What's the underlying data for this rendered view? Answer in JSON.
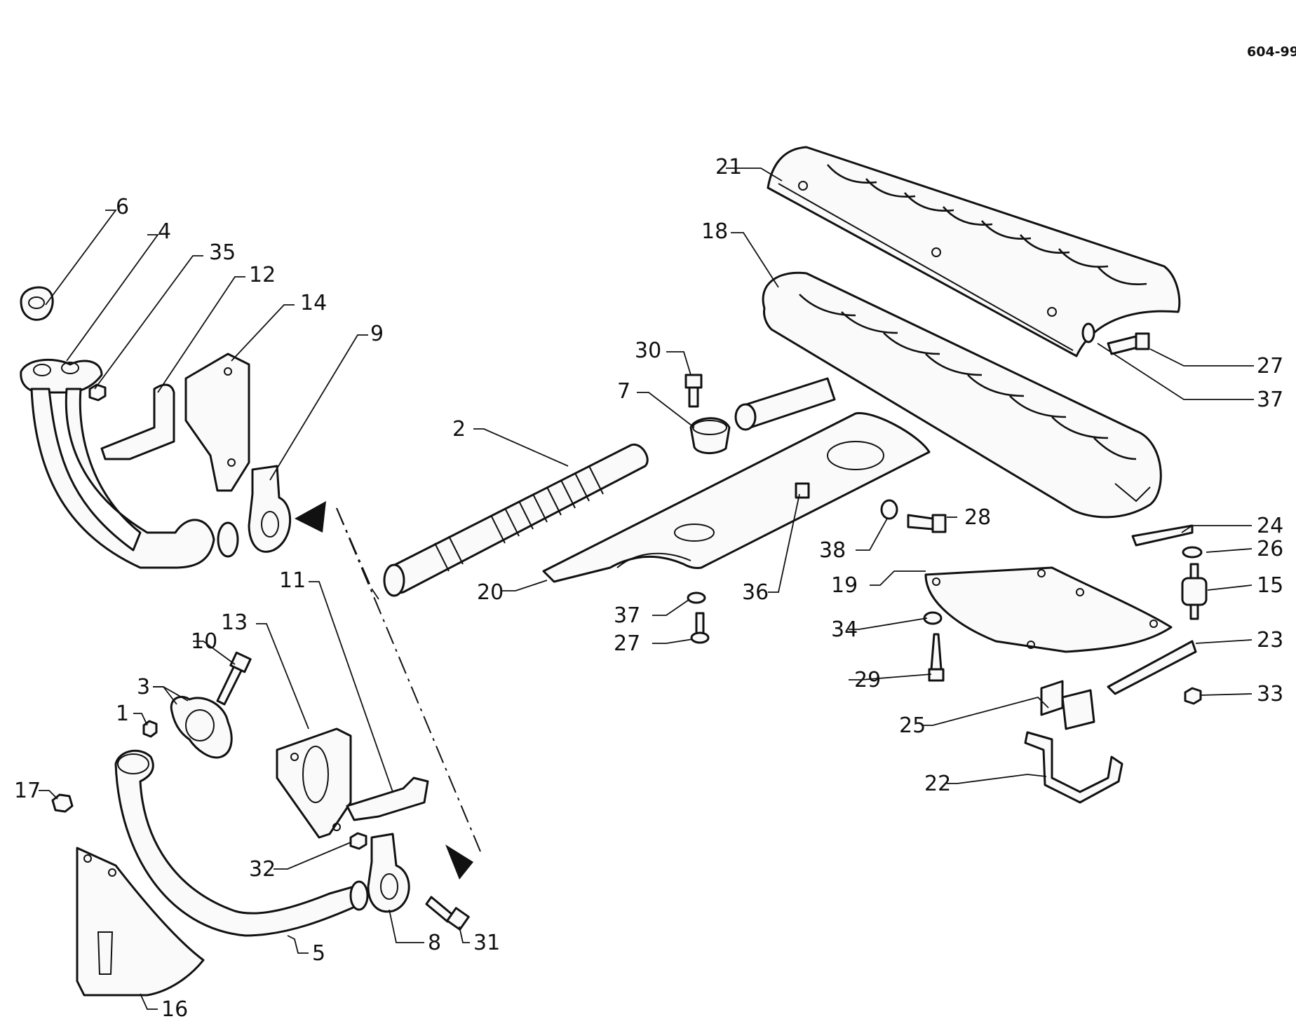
{
  "reference_code": "604-99",
  "parts": [
    {
      "id": "1",
      "label": "1"
    },
    {
      "id": "2",
      "label": "2"
    },
    {
      "id": "3",
      "label": "3"
    },
    {
      "id": "4",
      "label": "4"
    },
    {
      "id": "5",
      "label": "5"
    },
    {
      "id": "6",
      "label": "6"
    },
    {
      "id": "7",
      "label": "7"
    },
    {
      "id": "8",
      "label": "8"
    },
    {
      "id": "9",
      "label": "9"
    },
    {
      "id": "10",
      "label": "10"
    },
    {
      "id": "11",
      "label": "11"
    },
    {
      "id": "12",
      "label": "12"
    },
    {
      "id": "13",
      "label": "13"
    },
    {
      "id": "14",
      "label": "14"
    },
    {
      "id": "15",
      "label": "15"
    },
    {
      "id": "16",
      "label": "16"
    },
    {
      "id": "17",
      "label": "17"
    },
    {
      "id": "18",
      "label": "18"
    },
    {
      "id": "19",
      "label": "19"
    },
    {
      "id": "20",
      "label": "20"
    },
    {
      "id": "21",
      "label": "21"
    },
    {
      "id": "22",
      "label": "22"
    },
    {
      "id": "23",
      "label": "23"
    },
    {
      "id": "24",
      "label": "24"
    },
    {
      "id": "25",
      "label": "25"
    },
    {
      "id": "26",
      "label": "26"
    },
    {
      "id": "27",
      "label": "27"
    },
    {
      "id": "28",
      "label": "28"
    },
    {
      "id": "29",
      "label": "29"
    },
    {
      "id": "30",
      "label": "30"
    },
    {
      "id": "31",
      "label": "31"
    },
    {
      "id": "32",
      "label": "32"
    },
    {
      "id": "33",
      "label": "33"
    },
    {
      "id": "34",
      "label": "34"
    },
    {
      "id": "35",
      "label": "35"
    },
    {
      "id": "36",
      "label": "36"
    },
    {
      "id": "37",
      "label": "37"
    },
    {
      "id": "38",
      "label": "38"
    }
  ]
}
